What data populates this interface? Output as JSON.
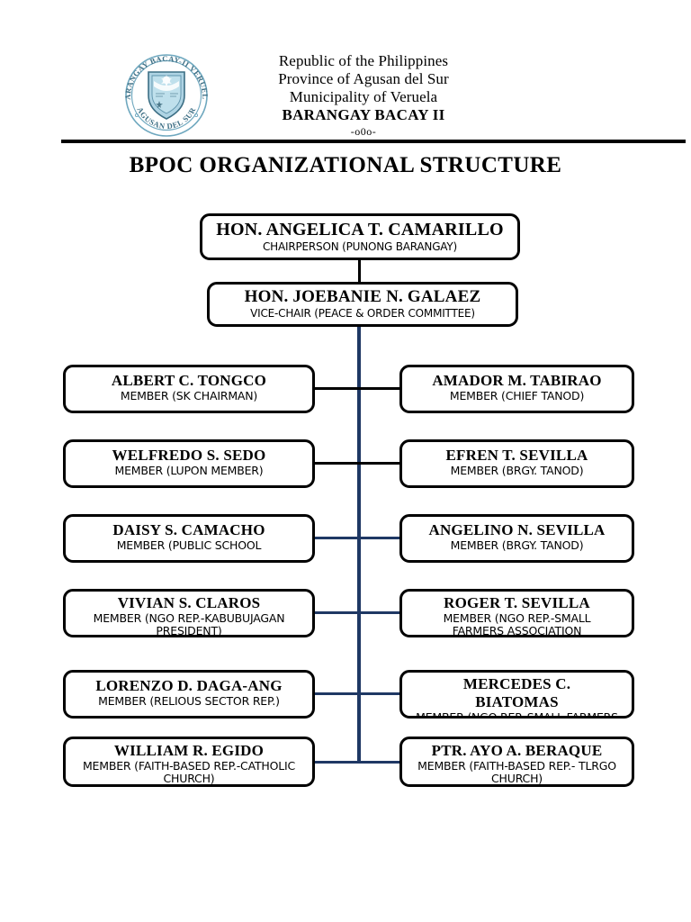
{
  "header": {
    "seal_outer_top_text": "BARANGAY BACAY-II VERUELA",
    "seal_outer_bottom_text": "AGUSAN DEL SUR",
    "lines": [
      "Republic of the Philippines",
      "Province of Agusan del Sur",
      "Municipality of Veruela"
    ],
    "barangay": "BARANGAY BACAY II",
    "ornament": "-o0o-"
  },
  "title": "BPOC ORGANIZATIONAL STRUCTURE",
  "chart_data": {
    "type": "diagram",
    "title": "BPOC ORGANIZATIONAL STRUCTURE",
    "nodes": [
      {
        "id": "chair",
        "level": 0,
        "name": "HON. ANGELICA T. CAMARILLO",
        "role": "CHAIRPERSON (PUNONG BARANGAY)"
      },
      {
        "id": "vice",
        "level": 1,
        "name": "HON. JOEBANIE N. GALAEZ",
        "role": "VICE-CHAIR (PEACE & ORDER COMMITTEE)"
      },
      {
        "id": "m1",
        "level": 2,
        "column": "left",
        "row": 1,
        "name": "ALBERT C. TONGCO",
        "role": "MEMBER (SK CHAIRMAN)"
      },
      {
        "id": "m2",
        "level": 2,
        "column": "right",
        "row": 1,
        "name": "AMADOR M. TABIRAO",
        "role": "MEMBER (CHIEF TANOD)"
      },
      {
        "id": "m3",
        "level": 2,
        "column": "left",
        "row": 2,
        "name": "WELFREDO S. SEDO",
        "role": "MEMBER (LUPON MEMBER)"
      },
      {
        "id": "m4",
        "level": 2,
        "column": "right",
        "row": 2,
        "name": "EFREN T. SEVILLA",
        "role": "MEMBER (BRGY. TANOD)"
      },
      {
        "id": "m5",
        "level": 2,
        "column": "left",
        "row": 3,
        "name": "DAISY S. CAMACHO",
        "role": "MEMBER (PUBLIC SCHOOL"
      },
      {
        "id": "m6",
        "level": 2,
        "column": "right",
        "row": 3,
        "name": "ANGELINO N. SEVILLA",
        "role": "MEMBER (BRGY. TANOD)"
      },
      {
        "id": "m7",
        "level": 2,
        "column": "left",
        "row": 4,
        "name": "VIVIAN S. CLAROS",
        "role": "MEMBER (NGO REP.-KABUBUJAGAN",
        "role_line2": "PRESIDENT)"
      },
      {
        "id": "m8",
        "level": 2,
        "column": "right",
        "row": 4,
        "name": "ROGER T. SEVILLA",
        "role": "MEMBER (NGO REP.-SMALL",
        "role_line2": "FARMERS ASSOCIATION"
      },
      {
        "id": "m9",
        "level": 2,
        "column": "left",
        "row": 5,
        "name": "LORENZO D. DAGA-ANG",
        "role": "MEMBER (RELIOUS SECTOR REP.)"
      },
      {
        "id": "m10",
        "level": 2,
        "column": "right",
        "row": 5,
        "name": "MERCEDES C.",
        "name_line2": "BIATOMAS",
        "role": "MEMBER (NGO REP.-SMALL FARMERS"
      },
      {
        "id": "m11",
        "level": 2,
        "column": "left",
        "row": 6,
        "name": "WILLIAM R. EGIDO",
        "role": "MEMBER (FAITH-BASED REP.-CATHOLIC",
        "role_line2": "CHURCH)"
      },
      {
        "id": "m12",
        "level": 2,
        "column": "right",
        "row": 6,
        "name": "PTR. AYO A. BERAQUE",
        "role": "MEMBER (FAITH-BASED REP.- TLRGO",
        "role_line2": "CHURCH)"
      }
    ],
    "colors": {
      "box_border": "#000000",
      "connector_black": "#000000",
      "connector_blue": "#1F3864",
      "background": "#FFFFFF",
      "seal": "#8FC3D8"
    }
  }
}
